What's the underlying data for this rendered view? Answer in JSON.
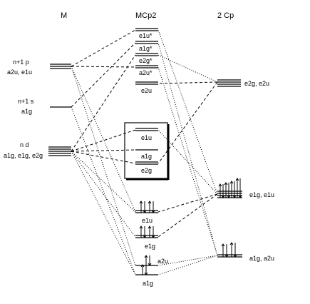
{
  "columns": {
    "metal": "M",
    "complex": "MCp2",
    "ligand": "2 Cp"
  },
  "metal_levels": {
    "np": {
      "name": "n+1 p",
      "sym": "a2u, e1u"
    },
    "ns": {
      "name": "n+1 s",
      "sym": "a1g"
    },
    "nd": {
      "name": "n d",
      "sym": "a1g, e1g, e2g"
    }
  },
  "complex_levels": {
    "e1u_star": "e1u*",
    "a1g_star": "a1g*",
    "e2g_star": "e2g*",
    "a2u_star": "a2u*",
    "e2u": "e2u",
    "box_e1u": "e1u",
    "box_a1g": "a1g",
    "box_e2g": "e2g",
    "e1u": "e1u",
    "e1g": "e1g",
    "a2u": "a2u",
    "a1g": "a1g"
  },
  "ligand_levels": {
    "top": "e2g, e2u",
    "middle": "e1g, e1u",
    "bottom": "a1g, a2u"
  }
}
